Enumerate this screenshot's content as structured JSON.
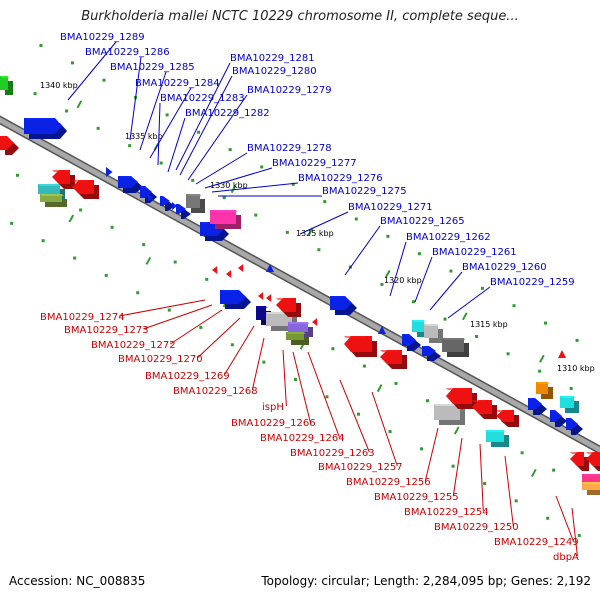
{
  "title": "Burkholderia mallei NCTC 10229 chromosome II, complete seque...",
  "footer": {
    "accession": "Accession: NC_008835",
    "topology": "Topology: circular; Length: 2,284,095 bp; Genes: 2,192"
  },
  "colors": {
    "backbone": "#8c8c8c",
    "forward_labels": "#0000cc",
    "reverse_labels": "#cc0000",
    "tick": "#339933",
    "blue_gene": "#0a22e6",
    "red_gene": "#ee1111"
  },
  "kbp_ticks": [
    "1340 kbp",
    "1335 kbp",
    "1330 kbp",
    "1325 kbp",
    "1320 kbp",
    "1315 kbp",
    "1310 kbp"
  ],
  "forward_genes": [
    "BMA10229_1289",
    "BMA10229_1286",
    "BMA10229_1285",
    "BMA10229_1284",
    "BMA10229_1283",
    "BMA10229_1282",
    "BMA10229_1281",
    "BMA10229_1280",
    "BMA10229_1279",
    "BMA10229_1278",
    "BMA10229_1277",
    "BMA10229_1276",
    "BMA10229_1275",
    "BMA10229_1271",
    "BMA10229_1265",
    "BMA10229_1262",
    "BMA10229_1261",
    "BMA10229_1260",
    "BMA10229_1259"
  ],
  "reverse_genes": [
    "BMA10229_1274",
    "BMA10229_1273",
    "BMA10229_1272",
    "BMA10229_1270",
    "BMA10229_1269",
    "BMA10229_1268",
    "ispH",
    "BMA10229_1266",
    "BMA10229_1264",
    "BMA10229_1263",
    "BMA10229_1257",
    "BMA10229_1256",
    "BMA10229_1255",
    "BMA10229_1254",
    "BMA10229_1250",
    "BMA10229_1249",
    "dbpA"
  ]
}
